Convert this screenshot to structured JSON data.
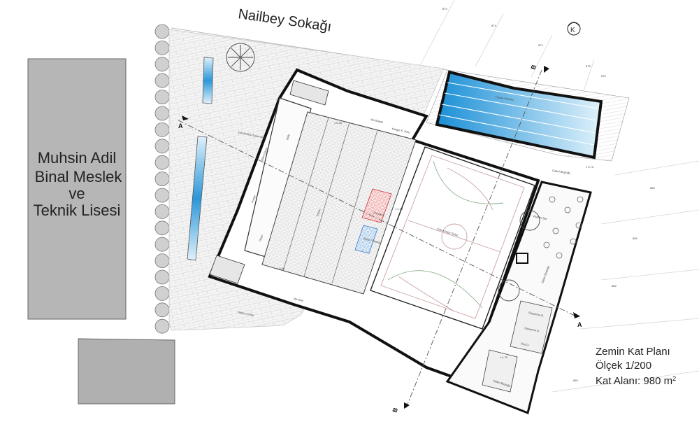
{
  "street_name": "Nailbey Sokağı",
  "north_label": "K",
  "school_name": [
    "Muhsin Adil",
    "Binal Meslek",
    "ve",
    "Teknik Lisesi"
  ],
  "plan_title": "Zemin Kat Planı",
  "plan_scale": "Ölçek 1/200",
  "plan_area": "Kat Alanı: 980 m",
  "plan_area_sup": "2",
  "section_labels": {
    "a_left": "A",
    "a_right": "A",
    "b_top": "B",
    "b_bottom": "B"
  },
  "room_labels": {
    "pool": "Yüzme Havuzu",
    "galeri_top": "Galeri Boşluğu",
    "galeri_right": "Galeri Boşluğu",
    "galeri_bottom": "Galeri Boşluğu",
    "hall": "Çok Amaçlı Salon",
    "tribun": "Tribün",
    "protokol": "Protokol",
    "basin": "Basın Tribünü",
    "fuaye": "Fuaye",
    "bilet": "Bilet Gişesi",
    "bufe": "Büfe",
    "depo": "Depo",
    "wc_top": "Wc Bayan",
    "wc_bottom": "Wc Bay",
    "yangin": "Yangın K. Holü",
    "entrance_main": "Çok Amaçlı Salon Girişi",
    "entrance_sport": "Sporcu Girişi",
    "vitamin_bar": "Vitamin Bar",
    "soyunma1": "Soyunma O.",
    "soyunma2": "Soyunma O.",
    "duş": "Duş O."
  },
  "contour_labels": [
    "874",
    "874",
    "874",
    "875",
    "875",
    "885",
    "885",
    "885",
    "885"
  ],
  "level_labels": [
    "± 0.00",
    "± 0.00",
    "± 4.75",
    "± 3.75",
    "± 4.75"
  ]
}
